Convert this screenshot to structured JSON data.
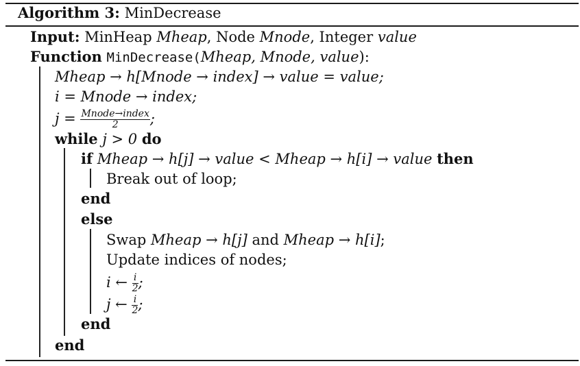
{
  "algorithm": {
    "label": "Algorithm 3:",
    "name": "MinDecrease"
  },
  "input": {
    "keyword": "Input:",
    "t1": "MinHeap ",
    "v1": "Mheap",
    "t2": ", Node ",
    "v2": "Mnode",
    "t3": ", Integer ",
    "v3": "value"
  },
  "function": {
    "keyword": "Function",
    "name": "MinDecrease(",
    "params": "Mheap, Mnode, value",
    "close": "):"
  },
  "lines": {
    "l1": "Mheap → h[Mnode → index] → value = value;",
    "l2": "i = Mnode → index;",
    "l3_lhs": "j = ",
    "l3_num": "Mnode→index",
    "l3_den": "2",
    "l3_end": ";",
    "while_kw": "while",
    "while_cond": " j > 0 ",
    "do_kw": "do",
    "if_kw": "if",
    "if_cond": " Mheap → h[j] → value < Mheap → h[i] → value ",
    "then_kw": "then",
    "break": "Break out of loop;",
    "end_if": "end",
    "else_kw": "else",
    "swap_t1": "Swap ",
    "swap_v1": "Mheap → h[j]",
    "swap_t2": " and ",
    "swap_v2": "Mheap → h[i]",
    "swap_end": ";",
    "update": "Update indices of nodes;",
    "i_lhs": "i ← ",
    "i_num": "i",
    "i_den": "2",
    "i_end": ";",
    "j_lhs": "j ← ",
    "j_num": "i",
    "j_den": "2",
    "j_end": ";",
    "end_else": "end",
    "end_while": "end"
  }
}
